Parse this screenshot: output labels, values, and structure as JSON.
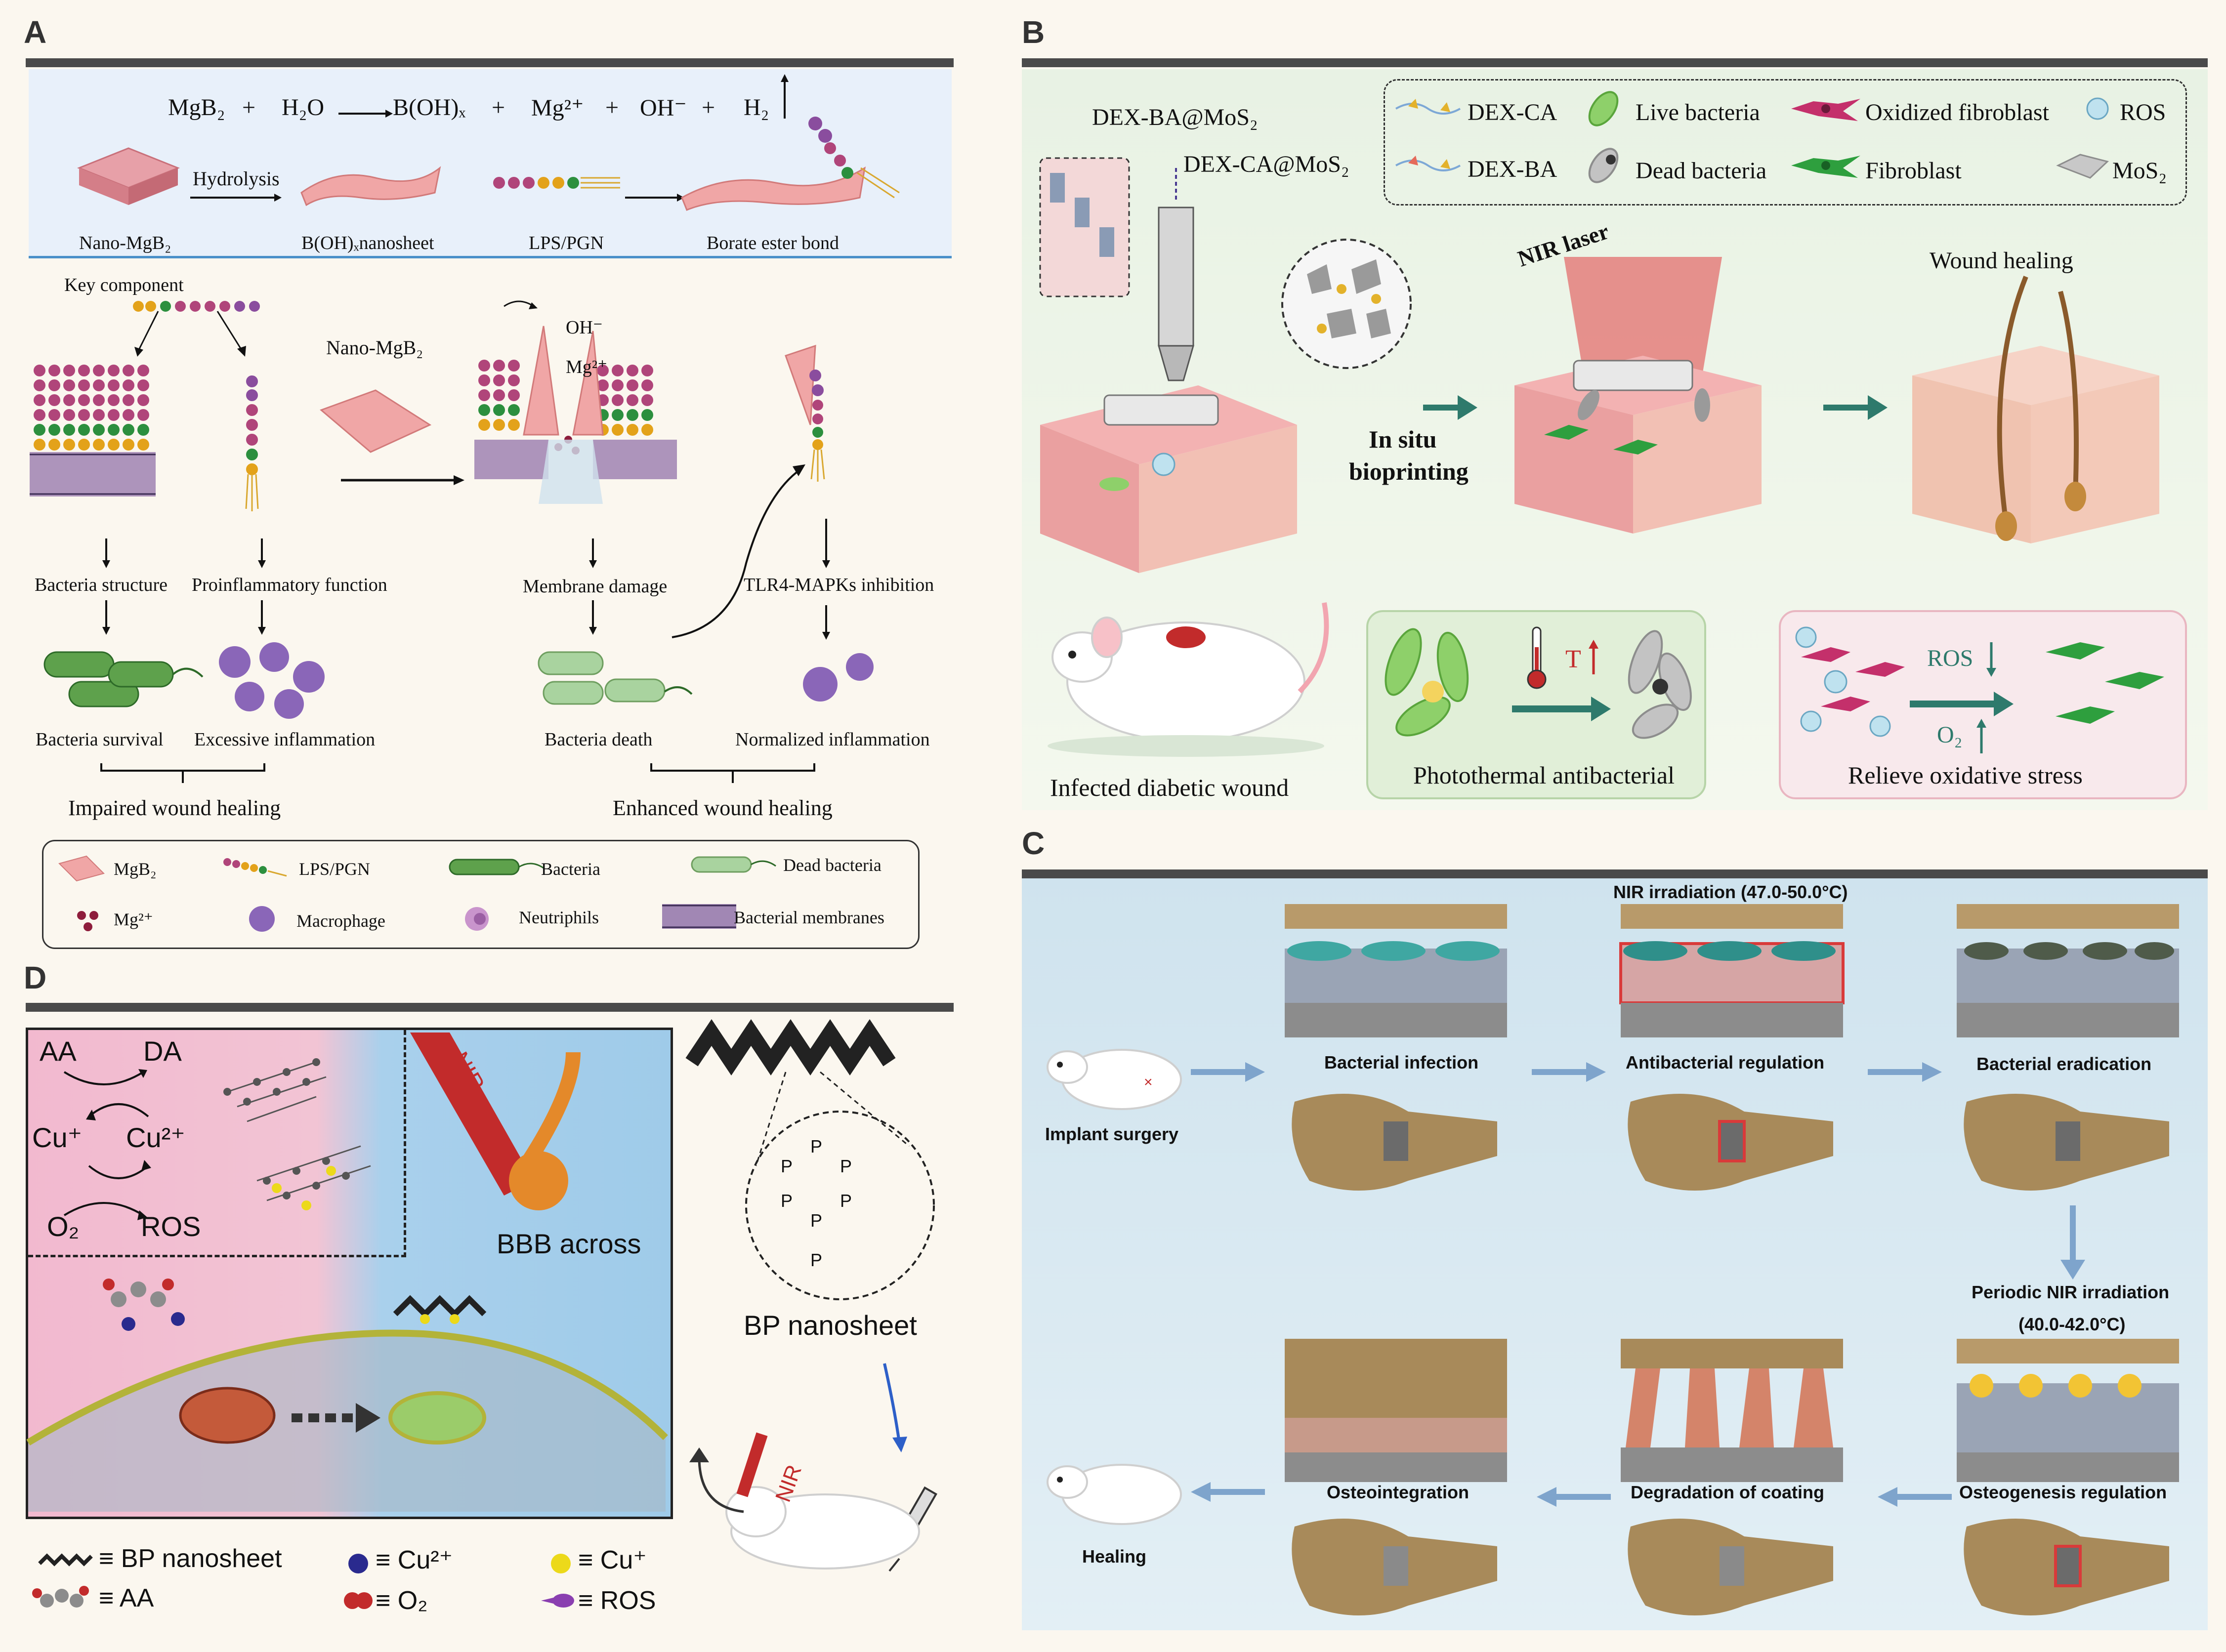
{
  "panels": {
    "A": {
      "label": "A",
      "equation": {
        "reactant1": "MgB₂",
        "plus1": "+",
        "reactant2": "H₂O",
        "product1": "B(OH)ₓ",
        "plus2": "+",
        "product2": "Mg²⁺",
        "plus3": "+",
        "product3": "OH⁻",
        "plus4": "+",
        "product4": "H₂"
      },
      "top_labels": {
        "nano_mgb2": "Nano-MgB₂",
        "hydrolysis": "Hydrolysis",
        "nanosheet": "B(OH)ₓnanosheet",
        "lps_pgn": "LPS/PGN",
        "borate": "Borate ester bond"
      },
      "key_component": "Key component",
      "nano_mgb2_mid": "Nano-MgB₂",
      "oh": "OH⁻",
      "mg": "Mg²⁺",
      "bacteria_structure": "Bacteria structure",
      "proinflammatory": "Proinflammatory function",
      "membrane_damage": "Membrane damage",
      "tlr4": "TLR4-MAPKs inhibition",
      "bacteria_survival": "Bacteria survival",
      "excessive_inflammation": "Excessive inflammation",
      "bacteria_death": "Bacteria death",
      "normalized_inflammation": "Normalized inflammation",
      "impaired": "Impaired wound healing",
      "enhanced": "Enhanced wound healing",
      "legend": {
        "mgb2": "MgB₂",
        "lps": "LPS/PGN",
        "bacteria": "Bacteria",
        "dead_bacteria": "Dead bacteria",
        "mg": "Mg²⁺",
        "macrophage": "Macrophage",
        "neutrophils": "Neutriphils",
        "membranes": "Bacterial membranes"
      }
    },
    "B": {
      "label": "B",
      "dex_ba_mos2": "DEX-BA@MoS₂",
      "dex_ca_mos2": "DEX-CA@MoS₂",
      "legend": {
        "dex_ca": "DEX-CA",
        "live": "Live bacteria",
        "oxidized": "Oxidized fibroblast",
        "ros": "ROS",
        "dex_ba": "DEX-BA",
        "dead": "Dead bacteria",
        "fibroblast": "Fibroblast",
        "mos2": "MoS₂"
      },
      "nir_laser": "NIR laser",
      "wound_healing": "Wound healing",
      "in_situ": "In situ",
      "bioprinting": "bioprinting",
      "infected": "Infected diabetic wound",
      "photothermal": "Photothermal antibacterial",
      "t_up": "T",
      "ros_down": "ROS",
      "o2_up": "O₂",
      "relieve": "Relieve oxidative stress"
    },
    "C": {
      "label": "C",
      "nir_irr": "NIR irradiation (47.0-50.0°C)",
      "implant": "Implant surgery",
      "infection": "Bacterial infection",
      "regulation": "Antibacterial regulation",
      "eradication": "Bacterial eradication",
      "periodic": "Periodic NIR irradiation",
      "periodic_temp": "(40.0-42.0°C)",
      "osteointegration": "Osteointegration",
      "degradation": "Degradation of coating",
      "osteogenesis": "Osteogenesis regulation",
      "healing": "Healing"
    },
    "D": {
      "label": "D",
      "aa": "AA",
      "da": "DA",
      "cu_plus": "Cu⁺",
      "cu2": "Cu²⁺",
      "o2": "O₂",
      "ros": "ROS",
      "nir": "NIR",
      "bbb": "BBB across",
      "bp": "BP nanosheet",
      "p": "P",
      "nir_mouse": "NIR",
      "legend": {
        "bp": "≡ BP nanosheet",
        "aa": "≡ AA",
        "cu2": "≡ Cu²⁺",
        "o2": "≡ O₂",
        "cu": "≡ Cu⁺",
        "ros": "≡ ROS"
      }
    }
  },
  "colors": {
    "divider": "#4a4a4a",
    "teal_arrow": "#2e7a6c",
    "panelB_bg": "#e9f3e6",
    "panelC_bg": "#d3e5ef",
    "panelD_pink": "#f2b9cf",
    "panelD_blue": "#9fcbe9"
  }
}
